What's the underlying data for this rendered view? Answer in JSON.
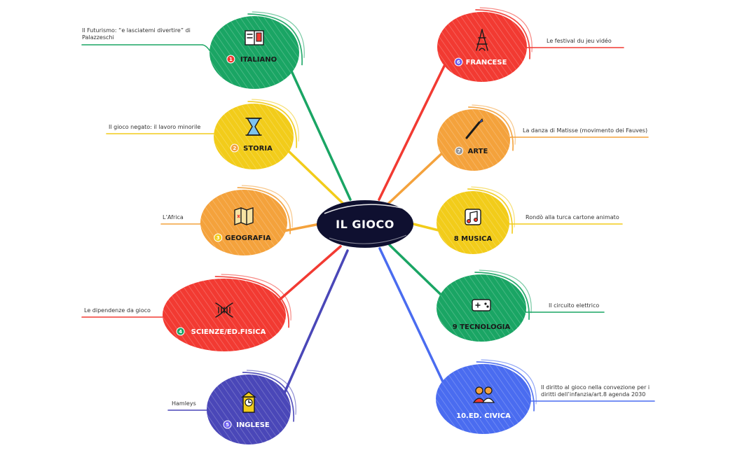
{
  "center": {
    "title": "IL GIOCO",
    "color": "#0f1030"
  },
  "nodes": [
    {
      "id": "italiano",
      "badge": "1",
      "label": "ITALIANO",
      "color": "#1aa564",
      "icon": "book-icon",
      "note_lines": [
        "Il Futurismo: “e lasciatemi divertire” di",
        "Palazzeschi"
      ]
    },
    {
      "id": "storia",
      "badge": "2",
      "label": "STORIA",
      "color": "#f2cc1a",
      "icon": "hourglass-icon",
      "note_lines": [
        "Il gioco negato: il lavoro minorile"
      ]
    },
    {
      "id": "geografia",
      "badge": "3",
      "label": "GEOGRAFIA",
      "color": "#f4a23c",
      "icon": "map-icon",
      "note_lines": [
        "L’Africa"
      ]
    },
    {
      "id": "scienze",
      "badge": "4",
      "label": "SCIENZE/ED.FISICA",
      "color": "#f23a32",
      "icon": "dna-icon",
      "note_lines": [
        "Le dipendenze da gioco"
      ]
    },
    {
      "id": "inglese",
      "badge": "5",
      "label": "INGLESE",
      "color": "#4a47b8",
      "icon": "clock-tower-icon",
      "note_lines": [
        "Hamleys"
      ]
    },
    {
      "id": "francese",
      "badge": "6",
      "label": "FRANCESE",
      "color": "#f23a32",
      "icon": "eiffel-tower-icon",
      "note_lines": [
        "Le festival du jeu vidéo"
      ]
    },
    {
      "id": "arte",
      "badge": "7",
      "label": "ARTE",
      "color": "#f4a23c",
      "icon": "paintbrush-icon",
      "note_lines": [
        "La danza di Matisse (movimento dei Fauves)"
      ]
    },
    {
      "id": "musica",
      "badge": "",
      "label": "8 MUSICA",
      "color": "#f2cc1a",
      "icon": "music-note-icon",
      "note_lines": [
        "Rondò alla turca cartone animato"
      ]
    },
    {
      "id": "tecnologia",
      "badge": "",
      "label": "9 TECNOLOGIA",
      "color": "#1aa564",
      "icon": "gamepad-icon",
      "note_lines": [
        "Il circuito elettrico"
      ]
    },
    {
      "id": "civica",
      "badge": "",
      "label": "10.ED. CIVICA",
      "color": "#4a6cf0",
      "icon": "people-icon",
      "note_lines": [
        "Il diritto al gioco nella convezione per i",
        "diritti dell’infanzia/art.8 agenda 2030"
      ]
    }
  ]
}
